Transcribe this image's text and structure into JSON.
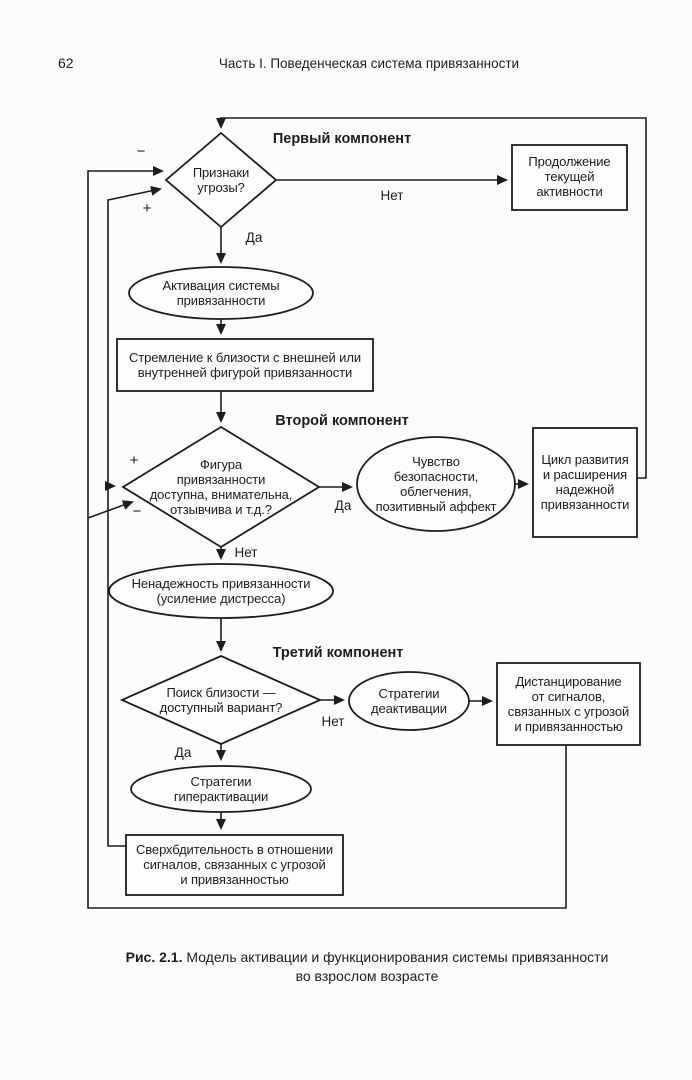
{
  "colors": {
    "ink": "#1d1d1b",
    "paper": "#fcfcfa"
  },
  "header": {
    "page_number": "62",
    "running_title": "Часть I. Поведенческая система привязанности"
  },
  "sections": {
    "first": "Первый компонент",
    "second": "Второй компонент",
    "third": "Третий компонент"
  },
  "nodes": {
    "threat": {
      "lines": [
        "Признаки",
        "угрозы?"
      ]
    },
    "continue": {
      "lines": [
        "Продолжение",
        "текущей",
        "активности"
      ]
    },
    "activation": {
      "lines": [
        "Активация системы",
        "привязанности"
      ]
    },
    "seeking": {
      "lines": [
        "Стремление к близости с внешней или",
        "внутренней фигурой привязанности"
      ]
    },
    "available": {
      "lines": [
        "Фигура",
        "привязанности",
        "доступна, внимательна,",
        "отзывчива и т.д.?"
      ]
    },
    "security": {
      "lines": [
        "Чувство",
        "безопасности,",
        "облегчения,",
        "позитивный аффект"
      ]
    },
    "cycle": {
      "lines": [
        "Цикл развития",
        "и расширения",
        "надежной",
        "привязанности"
      ]
    },
    "insecurity": {
      "lines": [
        "Ненадежность привязанности",
        "(усиление дистресса)"
      ]
    },
    "search": {
      "lines": [
        "Поиск близости —",
        "доступный вариант?"
      ]
    },
    "deactivation": {
      "lines": [
        "Стратегии",
        "деактивации"
      ]
    },
    "distancing": {
      "lines": [
        "Дистанцирование",
        "от сигналов,",
        "связанных с угрозой",
        "и привязанностью"
      ]
    },
    "hyperactivation": {
      "lines": [
        "Стратегии",
        "гиперактивации"
      ]
    },
    "hypervigilance": {
      "lines": [
        "Сверхбдительность в отношении",
        "сигналов, связанных с угрозой",
        "и привязанностью"
      ]
    }
  },
  "labels": {
    "yes": "Да",
    "no": "Нет",
    "plus": "+",
    "minus": "−"
  },
  "caption": {
    "label": "Рис. 2.1.",
    "line1": "Модель активации и функционирования системы привязанности",
    "line2": "во взрослом возрасте"
  }
}
